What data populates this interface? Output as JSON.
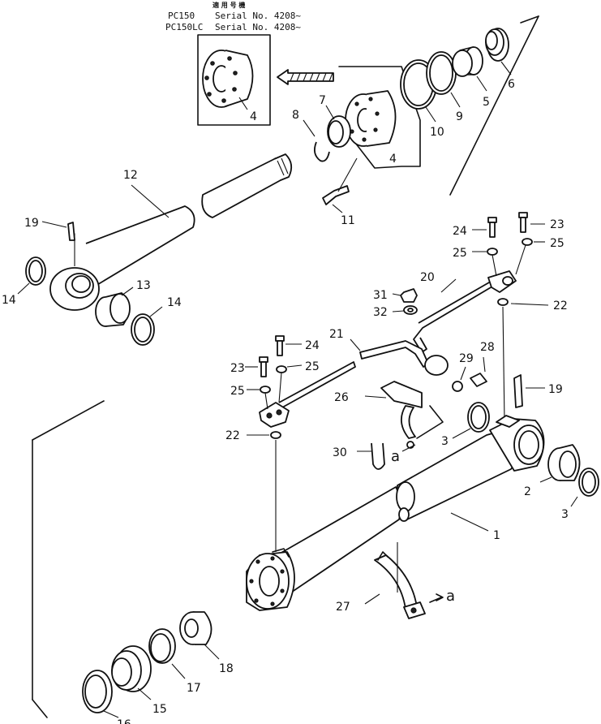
{
  "header": {
    "title_jp": "適 用 号 機",
    "rows": [
      {
        "model": "PC150",
        "serial": "Serial No. 4208~"
      },
      {
        "model": "PC150LC",
        "serial": "Serial No. 4208~"
      }
    ]
  },
  "callouts": {
    "n1": "1",
    "n2": "2",
    "n3a": "3",
    "n3b": "3",
    "n4a": "4",
    "n4b": "4",
    "n5": "5",
    "n6": "6",
    "n7": "7",
    "n8": "8",
    "n9": "9",
    "n10": "10",
    "n11": "11",
    "n12": "12",
    "n13": "13",
    "n14a": "14",
    "n14b": "14",
    "n15": "15",
    "n16": "16",
    "n17": "17",
    "n18": "18",
    "n19a": "19",
    "n19b": "19",
    "n20": "20",
    "n21": "21",
    "n22a": "22",
    "n22b": "22",
    "n23a": "23",
    "n23b": "23",
    "n24a": "24",
    "n24b": "24",
    "n25a": "25",
    "n25b": "25",
    "n25c": "25",
    "n25d": "25",
    "n26": "26",
    "n27": "27",
    "n28": "28",
    "n29": "29",
    "n30": "30",
    "n31": "31",
    "n32": "32"
  },
  "markers": {
    "a1": "a",
    "a2": "a"
  }
}
